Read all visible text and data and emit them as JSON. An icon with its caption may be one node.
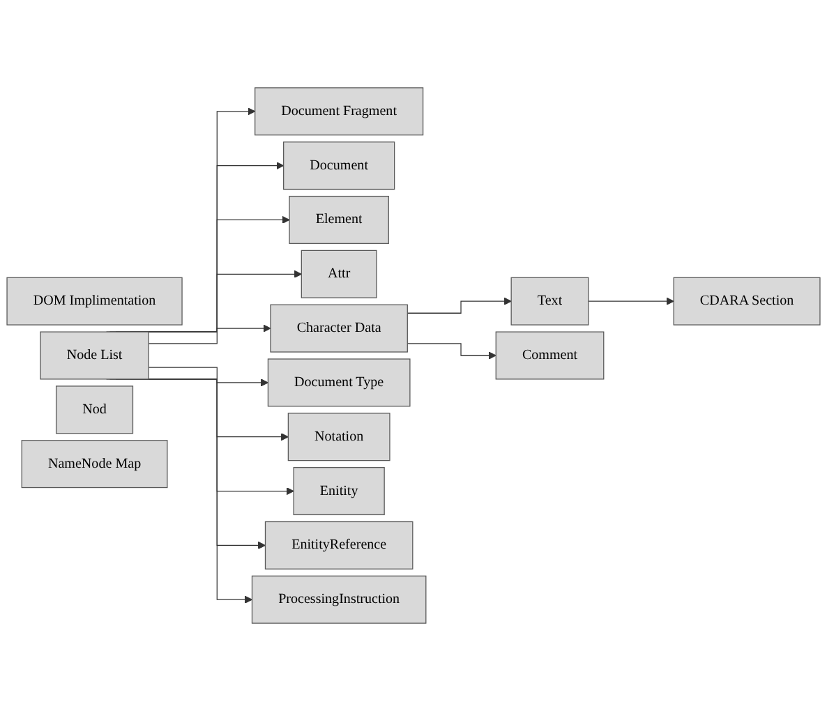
{
  "diagram": {
    "nodes": [
      {
        "text": [
          "DOM Implimentation"
        ]
      },
      {
        "text": [
          "Node List"
        ]
      },
      {
        "text": [
          "Nod"
        ]
      },
      {
        "text": [
          "NameNode Map"
        ]
      },
      {
        "text": [
          "Document Fragment"
        ]
      },
      {
        "text": [
          "Document"
        ]
      },
      {
        "text": [
          "Element"
        ]
      },
      {
        "text": [
          "Attr"
        ]
      },
      {
        "text": [
          "Character Data"
        ]
      },
      {
        "text": [
          "Document Type"
        ]
      },
      {
        "text": [
          "Notation"
        ]
      },
      {
        "text": [
          "Enitity"
        ]
      },
      {
        "text": [
          "EnitityReference"
        ]
      },
      {
        "text": [
          "ProcessingInstruction"
        ]
      },
      {
        "text": [
          "Text"
        ]
      },
      {
        "text": [
          "Comment"
        ]
      },
      {
        "text": [
          "CDARA Section"
        ]
      }
    ],
    "edges": [
      {
        "from": 1,
        "to": 4,
        "arrow": "to"
      },
      {
        "from": 1,
        "to": 5,
        "arrow": "to"
      },
      {
        "from": 1,
        "to": 6,
        "arrow": "to"
      },
      {
        "from": 1,
        "to": 7,
        "arrow": "to"
      },
      {
        "from": 1,
        "to": 8,
        "arrow": "to"
      },
      {
        "from": 1,
        "to": 9,
        "arrow": "to"
      },
      {
        "from": 1,
        "to": 10,
        "arrow": "to"
      },
      {
        "from": 1,
        "to": 11,
        "arrow": "to"
      },
      {
        "from": 1,
        "to": 12,
        "arrow": "to"
      },
      {
        "from": 1,
        "to": 13,
        "arrow": "to"
      },
      {
        "from": 8,
        "to": 14,
        "arrow": "to"
      },
      {
        "from": 8,
        "to": 15,
        "arrow": "to"
      },
      {
        "from": 14,
        "to": 16,
        "arrow": "to"
      }
    ]
  }
}
